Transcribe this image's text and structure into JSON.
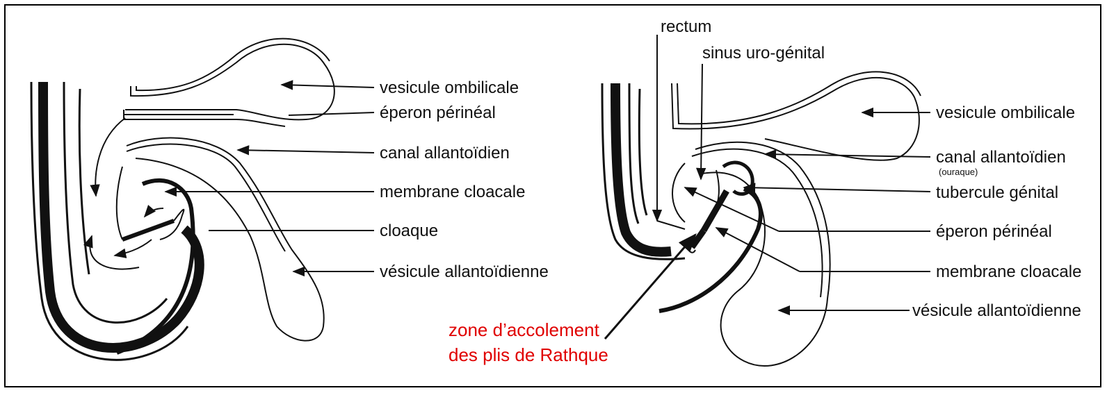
{
  "left": {
    "labels": {
      "vesicule_ombilicale": "vesicule ombilicale",
      "eperon_perineal": "éperon périnéal",
      "canal_allantoidien": "canal allantoïdien",
      "membrane_cloacale": "membrane cloacale",
      "cloaque": "cloaque",
      "vesicule_allantoidienne": "vésicule allantoïdienne"
    }
  },
  "right": {
    "labels": {
      "rectum": "rectum",
      "sinus_uro_genital": "sinus uro-génital",
      "vesicule_ombilicale": "vesicule ombilicale",
      "canal_allantoidien": "canal allantoïdien",
      "ouraque": "(ouraque)",
      "tubercule_genital": "tubercule génital",
      "eperon_perineal": "éperon périnéal",
      "membrane_cloacale": "membrane cloacale",
      "vesicule_allantoidienne": "vésicule allantoïdienne"
    },
    "annotation": {
      "line1": "zone d’accolement",
      "line2": "des plis de Rathque",
      "color": "#e00000"
    }
  }
}
